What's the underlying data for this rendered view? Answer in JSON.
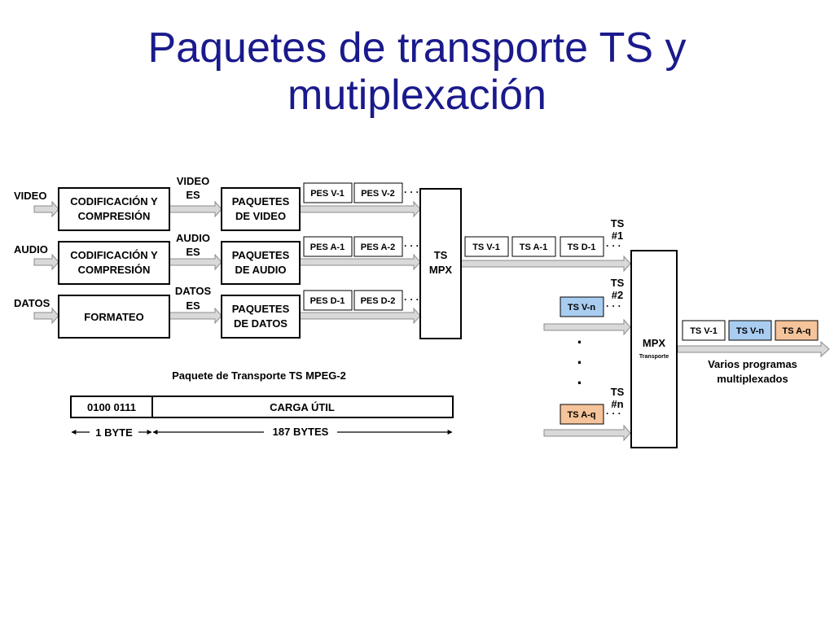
{
  "title": {
    "line1": "Paquetes de transporte TS y",
    "line2": "mutiplexación"
  },
  "inputs": {
    "video": "VIDEO",
    "audio": "AUDIO",
    "data": "DATOS"
  },
  "encoders": {
    "video_line1": "CODIFICACIÓN Y",
    "video_line2": "COMPRESIÓN",
    "audio_line1": "CODIFICACIÓN Y",
    "audio_line2": "COMPRESIÓN",
    "data": "FORMATEO"
  },
  "es_labels": {
    "video_line1": "VIDEO",
    "video_line2": "ES",
    "audio_line1": "AUDIO",
    "audio_line2": "ES",
    "data_line1": "DATOS",
    "data_line2": "ES"
  },
  "packetizers": {
    "video_line1": "PAQUETES",
    "video_line2": "DE VIDEO",
    "audio_line1": "PAQUETES",
    "audio_line2": "DE AUDIO",
    "data_line1": "PAQUETES",
    "data_line2": "DE DATOS"
  },
  "pes": {
    "v1": "PES V-1",
    "v2": "PES V-2",
    "a1": "PES A-1",
    "a2": "PES A-2",
    "d1": "PES D-1",
    "d2": "PES D-2"
  },
  "ts_mpx": {
    "line1": "TS",
    "line2": "MPX"
  },
  "ts_stream": {
    "v1": "TS V-1",
    "a1": "TS A-1",
    "d1": "TS D-1"
  },
  "ts_labels": {
    "ts1_line1": "TS",
    "ts1_line2": "#1",
    "ts2_line1": "TS",
    "ts2_line2": "#2",
    "tsn_line1": "TS",
    "tsn_line2": "#n"
  },
  "ts_inputs": {
    "vn": "TS V-n",
    "aq": "TS A-q"
  },
  "mpx_transport": {
    "line1": "MPX",
    "line2": "Transporte"
  },
  "output": {
    "v1": "TS V-1",
    "vn": "TS V-n",
    "aq": "TS A-q",
    "caption_line1": "Varios programas",
    "caption_line2": "multiplexados"
  },
  "packet_structure": {
    "title": "Paquete de Transporte TS  MPEG-2",
    "header": "0100 0111",
    "payload": "CARGA ÚTIL",
    "header_size": "1 BYTE",
    "payload_size": "187 BYTES"
  },
  "colors": {
    "title": "#1a1a8c",
    "ts_vn_fill": "#a9cdf0",
    "ts_aq_fill": "#f5c49a",
    "arrow_fill": "#d9d9d9",
    "arrow_stroke": "#8c8c8c"
  },
  "ellipsis": "· · ·",
  "dot": "·"
}
